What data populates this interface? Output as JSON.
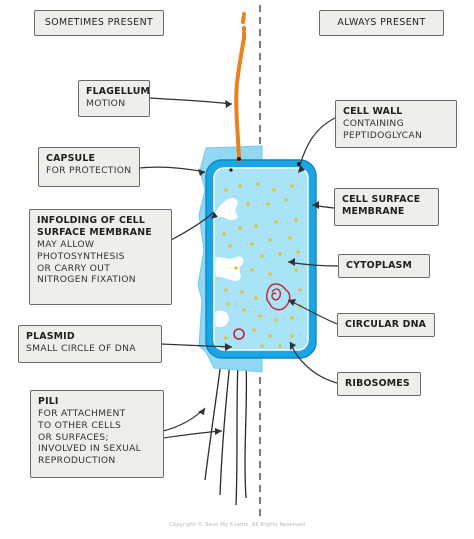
{
  "headers": {
    "left": "SOMETIMES PRESENT",
    "right": "ALWAYS PRESENT"
  },
  "labels": {
    "flagellum": {
      "title": "FLAGELLUM",
      "desc": "MOTION"
    },
    "capsule": {
      "title": "CAPSULE",
      "desc": "FOR PROTECTION"
    },
    "infolding": {
      "title1": "INFOLDING OF CELL",
      "title2": "SURFACE MEMBRANE",
      "desc1": "MAY ALLOW",
      "desc2": "PHOTOSYNTHESIS",
      "desc3": "OR CARRY OUT",
      "desc4": "NITROGEN FIXATION"
    },
    "plasmid": {
      "title": "PLASMID",
      "desc": "SMALL CIRCLE OF DNA"
    },
    "pili": {
      "title": "PILI",
      "desc1": "FOR ATTACHMENT",
      "desc2": "TO OTHER CELLS",
      "desc3": "OR SURFACES;",
      "desc4": "INVOLVED IN SEXUAL",
      "desc5": "REPRODUCTION"
    },
    "cell_wall": {
      "title": "CELL WALL",
      "desc1": "CONTAINING",
      "desc2": "PEPTIDOGLYCAN"
    },
    "cell_surface_membrane": {
      "title1": "CELL SURFACE",
      "title2": "MEMBRANE"
    },
    "cytoplasm": {
      "title": "CYTOPLASM"
    },
    "circular_dna": {
      "title": "CIRCULAR DNA"
    },
    "ribosomes": {
      "title": "RIBOSOMES"
    }
  },
  "copyright": "Copyright © Save My Exams. All Rights Reserved",
  "colors": {
    "capsule": "#93d8f3",
    "cell_wall": "#1aa6e4",
    "cytoplasm": "#a9e3f8",
    "flagellum": "#e8821e",
    "ribosome": "#e7c12a",
    "dna": "#c4252c",
    "box_fill": "#eeeeea",
    "box_border": "#6b6b6b"
  }
}
